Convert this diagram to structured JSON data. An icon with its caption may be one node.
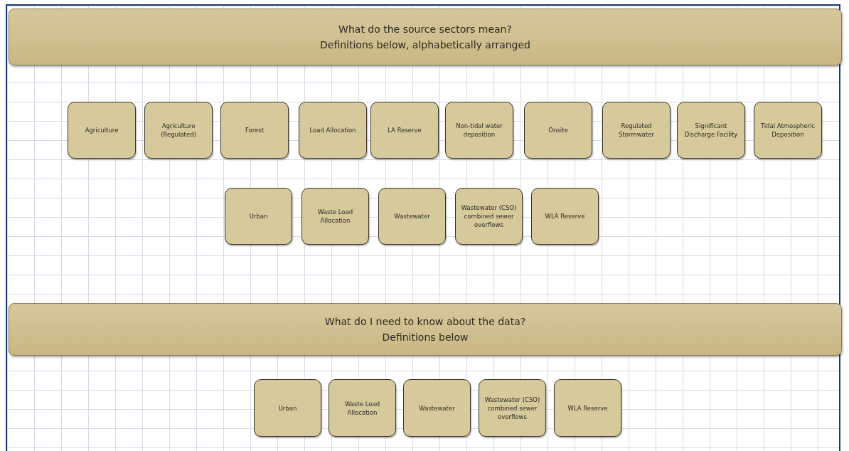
{
  "diagram": {
    "nodes": [
      {
        "text": [
          "What do the source sectors mean?",
          "Definitions below, alphabetically arranged"
        ]
      },
      {
        "text": [
          "Agriculture"
        ]
      },
      {
        "text": [
          "Agriculture (Regulated)"
        ]
      },
      {
        "text": [
          "Forest"
        ]
      },
      {
        "text": [
          "Load Allocation"
        ]
      },
      {
        "text": [
          "LA Reserve"
        ]
      },
      {
        "text": [
          "Non-tidal water deposition"
        ]
      },
      {
        "text": [
          "Onsite"
        ]
      },
      {
        "text": [
          "Regulated Stormwater"
        ]
      },
      {
        "text": [
          "Significant Discharge Facility"
        ]
      },
      {
        "text": [
          "Tidal Atmospheric Deposition"
        ]
      },
      {
        "text": [
          "Urban"
        ]
      },
      {
        "text": [
          "Waste Load Allocation"
        ]
      },
      {
        "text": [
          "Wastewater"
        ]
      },
      {
        "text": [
          "Wastewater (CSO) combined sewer overflows"
        ]
      },
      {
        "text": [
          "WLA Reserve"
        ]
      },
      {
        "text": [
          "What do I need to know about the data?",
          "Definitions below"
        ]
      },
      {
        "text": [
          "Urban"
        ]
      },
      {
        "text": [
          "Waste Load Allocation"
        ]
      },
      {
        "text": [
          "Wastewater"
        ]
      },
      {
        "text": [
          "Wastewater (CSO) combined sewer overflows"
        ]
      },
      {
        "text": [
          "WLA Reserve"
        ]
      }
    ]
  }
}
